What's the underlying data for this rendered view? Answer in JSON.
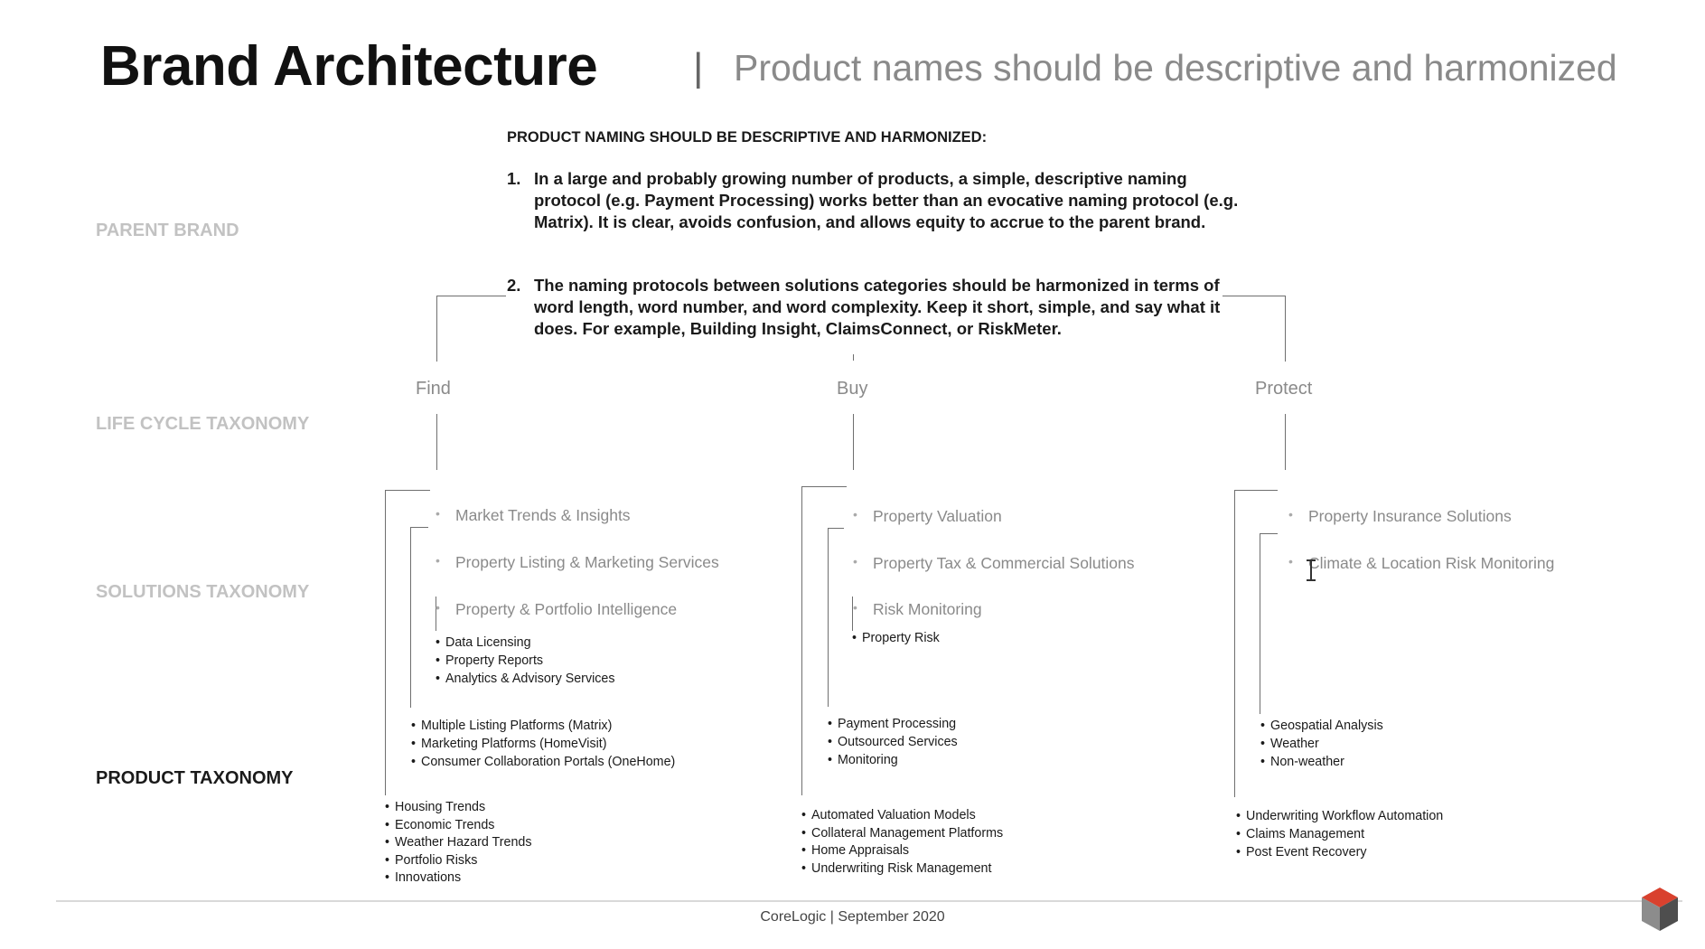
{
  "header": {
    "title": "Brand Architecture",
    "separator": "|",
    "subtitle": "Product names should be descriptive and harmonized"
  },
  "row_labels": {
    "parent_brand": "PARENT BRAND",
    "life_cycle": "LIFE CYCLE TAXONOMY",
    "solutions": "SOLUTIONS TAXONOMY",
    "product": "PRODUCT TAXONOMY"
  },
  "intro": {
    "heading": "PRODUCT NAMING SHOULD BE  DESCRIPTIVE AND HARMONIZED:",
    "items": [
      {
        "num": "1.",
        "text": "In a large and probably growing number of products, a simple, descriptive naming protocol (e.g. Payment Processing) works better than an evocative naming protocol (e.g. Matrix). It is clear, avoids confusion, and allows equity to accrue to the parent brand."
      },
      {
        "num": "2.",
        "text": "The naming protocols between solutions categories should be harmonized in terms of word length, word number, and word complexity. Keep it short, simple, and say what it does. For example, Building Insight, ClaimsConnect, or RiskMeter."
      }
    ]
  },
  "columns": {
    "find": {
      "lifecycle": "Find",
      "solutions": [
        "Market Trends & Insights",
        "Property Listing & Marketing Services",
        "Property & Portfolio Intelligence"
      ],
      "intelligence_products": [
        "Data Licensing",
        "Property Reports",
        "Analytics & Advisory Services"
      ],
      "listing_products": [
        "Multiple Listing Platforms (Matrix)",
        "Marketing Platforms (HomeVisit)",
        "Consumer Collaboration Portals (OneHome)"
      ],
      "trend_products": [
        "Housing Trends",
        "Economic Trends",
        "Weather Hazard Trends",
        "Portfolio Risks",
        "Innovations"
      ]
    },
    "buy": {
      "lifecycle": "Buy",
      "solutions": [
        "Property Valuation",
        "Property Tax & Commercial Solutions",
        "Risk Monitoring"
      ],
      "risk_products": [
        "Property Risk"
      ],
      "tax_products": [
        "Payment Processing",
        "Outsourced Services",
        "Monitoring"
      ],
      "valuation_products": [
        "Automated Valuation Models",
        "Collateral Management Platforms",
        "Home Appraisals",
        "Underwriting Risk Management"
      ]
    },
    "protect": {
      "lifecycle": "Protect",
      "solutions": [
        "Property Insurance Solutions",
        "Climate & Location Risk Monitoring"
      ],
      "climate_products": [
        "Geospatial Analysis",
        "Weather",
        "Non-weather"
      ],
      "insurance_products": [
        "Underwriting Workflow Automation",
        "Claims Management",
        "Post Event Recovery"
      ]
    }
  },
  "footer": {
    "text": "CoreLogic | September 2020"
  },
  "icons": {
    "cursor": "text-cursor-icon",
    "logo": "corelogic-cube-logo"
  },
  "colors": {
    "logo_red": "#d9412e",
    "logo_gray": "#7a7a7a",
    "logo_dark": "#4a4a4a"
  }
}
